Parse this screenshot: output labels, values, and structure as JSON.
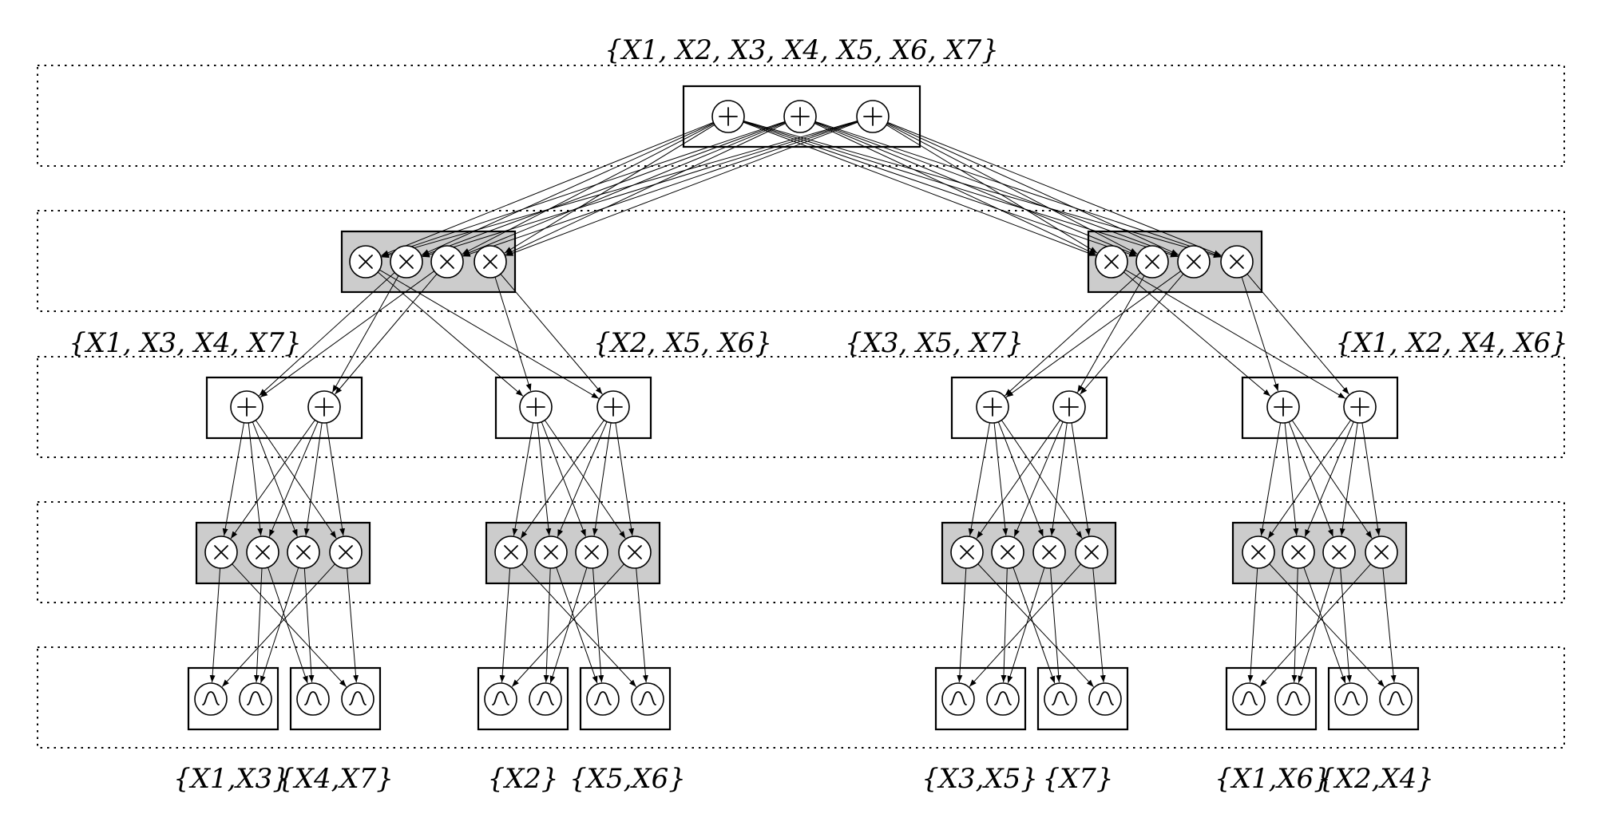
{
  "diagram": {
    "title": "{X1, X2, X3, X4, X5, X6, X7}",
    "layer_types": [
      "sum",
      "product",
      "sum",
      "product",
      "leaf"
    ],
    "node_symbols": {
      "sum": "+",
      "product": "×",
      "leaf": "gaussian-icon"
    },
    "colors": {
      "product_region_fill": "#cccccc",
      "sum_region_fill": "#ffffff",
      "leaf_region_fill": "#ffffff",
      "line": "#000000"
    },
    "sum_scopes": [
      "{X1, X3, X4, X7}",
      "{X2, X5, X6}",
      "{X3, X5, X7}",
      "{X1, X2, X4, X6}"
    ],
    "leaf_scopes": [
      "{X1,X3}",
      "{X4,X7}",
      "{X2}",
      "{X5,X6}",
      "{X3,X5}",
      "{X7}",
      "{X1,X6}",
      "{X2,X4}"
    ]
  }
}
